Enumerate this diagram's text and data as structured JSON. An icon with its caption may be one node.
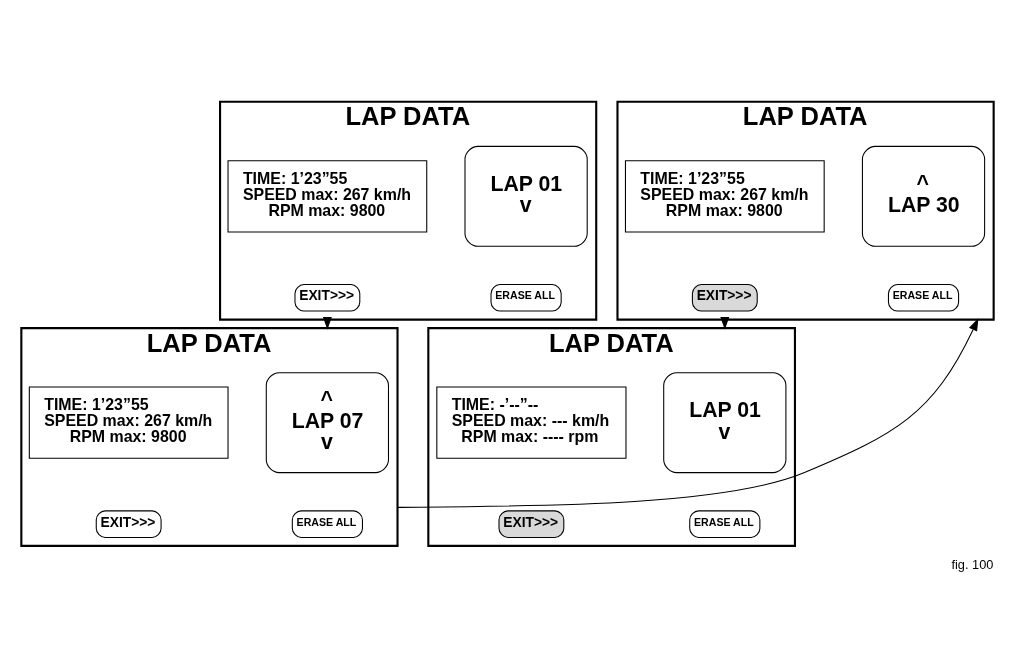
{
  "diagram": {
    "caption": "fig. 100",
    "nodes": [
      {
        "text": [
          "LAP DATA"
        ]
      },
      {
        "text": [
          "LAP 01",
          "v"
        ],
        "in": 0
      },
      {
        "text": [
          "TIME: 1’23”55",
          "SPEED max: 267 km/h",
          "RPM max: 9800"
        ],
        "in": 0
      },
      {
        "text": [
          "ERASE ALL"
        ],
        "in": 0
      },
      {
        "text": [
          "EXIT>>>"
        ],
        "in": 0
      },
      {
        "text": [
          "LAP DATA"
        ]
      },
      {
        "text": [
          "^",
          "LAP 07",
          "v"
        ],
        "in": 5
      },
      {
        "text": [
          "TIME: 1’23”55",
          "SPEED max: 267 km/h",
          "RPM max: 9800"
        ],
        "in": 5
      },
      {
        "text": [
          "ERASE ALL"
        ],
        "in": 5
      },
      {
        "text": [
          "EXIT>>>"
        ],
        "in": 5
      },
      {
        "text": [
          "LAP DATA"
        ]
      },
      {
        "text": [
          "^",
          "LAP 30"
        ],
        "in": 10
      },
      {
        "text": [
          "TIME: 1’23”55",
          "SPEED max: 267 km/h",
          "RPM max: 9800"
        ],
        "in": 10
      },
      {
        "text": [
          "ERASE ALL"
        ],
        "in": 10
      },
      {
        "text": [
          "EXIT>>>"
        ],
        "in": 10
      },
      {
        "text": [
          "LAP DATA"
        ]
      },
      {
        "text": [
          "LAP 01",
          "v"
        ],
        "in": 15
      },
      {
        "text": [
          "TIME: -’--”--",
          "SPEED max: --- km/h",
          "RPM max: ---- rpm"
        ],
        "in": 15
      },
      {
        "text": [
          "ERASE ALL"
        ],
        "in": 15
      },
      {
        "text": [
          "EXIT>>>"
        ],
        "in": 15
      }
    ],
    "edges": [
      {
        "from": 0,
        "to": 5,
        "arrow": "to"
      },
      {
        "from": 5,
        "to": 10,
        "arrow": "to"
      },
      {
        "from": 10,
        "to": 15,
        "arrow": "to"
      }
    ]
  }
}
